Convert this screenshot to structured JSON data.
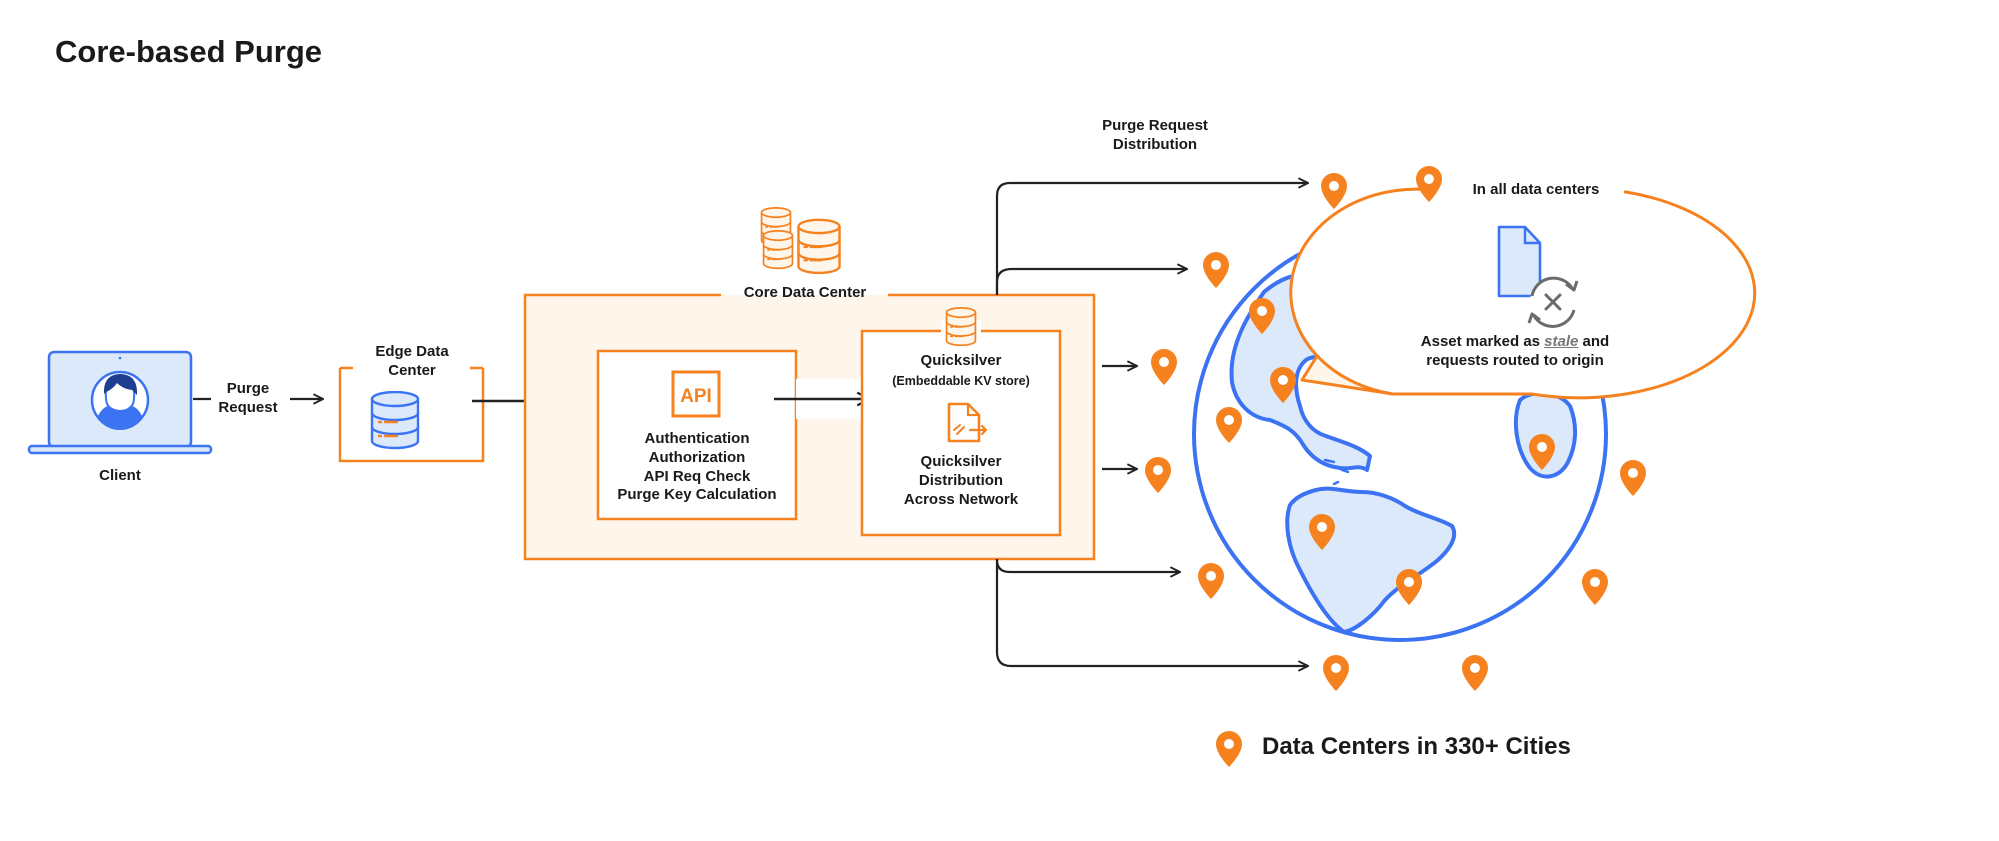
{
  "title": "Core-based Purge",
  "client": {
    "label": "Client"
  },
  "purge_request": {
    "line1": "Purge",
    "line2": "Request"
  },
  "edge": {
    "line1": "Edge Data",
    "line2": "Center"
  },
  "core": {
    "label": "Core Data Center"
  },
  "api": {
    "badge": "API",
    "lines": [
      "Authentication",
      "Authorization",
      "API Req Check",
      "Purge Key Calculation"
    ]
  },
  "quicksilver": {
    "name": "Quicksilver",
    "subtitle": "(Embeddable KV store)",
    "lines": [
      "Quicksilver",
      "Distribution",
      "Across Network"
    ]
  },
  "distribution": {
    "line1": "Purge Request",
    "line2": "Distribution"
  },
  "callout": {
    "header": "In all data centers",
    "line1_prefix": "Asset marked as ",
    "line1_em": "stale",
    "line1_suffix": " and",
    "line2": "requests routed to origin"
  },
  "legend": {
    "text": "Data Centers in 330+ Cities"
  },
  "colors": {
    "orange": "#F6821F",
    "blue": "#3B73F2",
    "light_blue": "#DCE9FB",
    "peach": "#FEF5EB",
    "dark": "#222222"
  },
  "icons": [
    "laptop-icon",
    "person-avatar-icon",
    "database-icon",
    "database-stack-icon",
    "api-icon",
    "file-icon",
    "globe-icon",
    "location-pin-icon",
    "stale-cycle-icon"
  ]
}
